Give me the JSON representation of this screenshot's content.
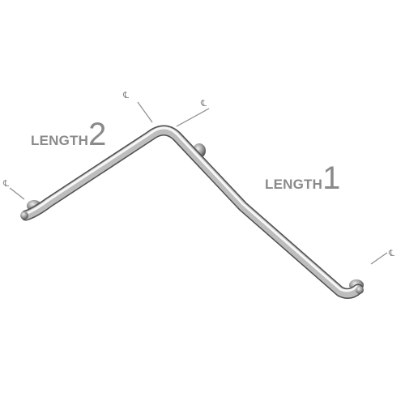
{
  "labels": {
    "length2": {
      "word": "LENGTH",
      "number": "2"
    },
    "length1": {
      "word": "LENGTH",
      "number": "1"
    }
  },
  "centerline_symbol": "℄",
  "colors": {
    "label": "#8a8a8a",
    "dimension_line": "#8c8c8c",
    "steel_light": "#f4f4f4",
    "steel_mid": "#b9b9b9",
    "steel_dark": "#5f5f5f"
  },
  "icons": [
    "centerline-icon"
  ]
}
